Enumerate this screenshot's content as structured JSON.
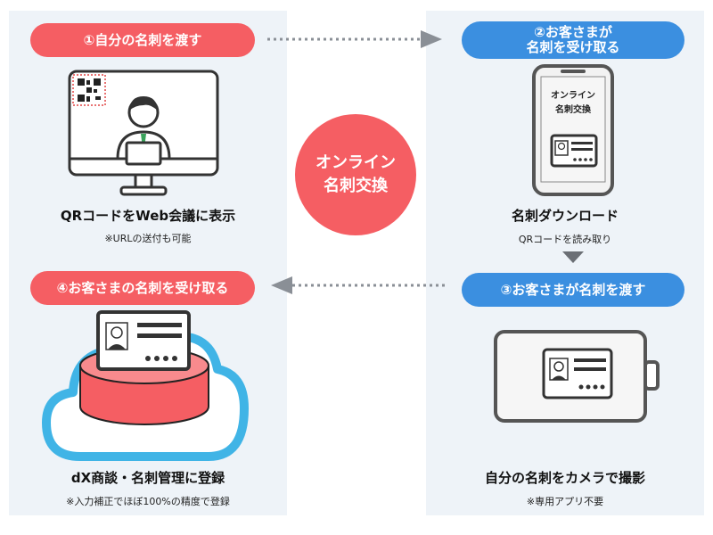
{
  "center_label": [
    "オンライン",
    "名刺交換"
  ],
  "steps": {
    "step1": {
      "label": "①自分の名刺を渡す",
      "caption": "QRコードをWeb会議に表示",
      "sub": "※URLの送付も可能"
    },
    "step2": {
      "label_lines": [
        "②お客さまが",
        "名刺を受け取る"
      ],
      "caption": "名刺ダウンロード",
      "sub": "QRコードを読み取り",
      "phone_text": [
        "オンライン",
        "名刺交換"
      ]
    },
    "step3": {
      "label": "③お客さまが名刺を渡す",
      "caption": "自分の名刺をカメラで撮影",
      "sub": "※専用アプリ不要"
    },
    "step4": {
      "label": "④お客さまの名刺を受け取る",
      "caption": "dX商談・名刺管理に登録",
      "sub": "※入力補正でほぼ100%の精度で登録"
    }
  },
  "colors": {
    "red": "#f55e63",
    "blue": "#3b8fe0",
    "panel": "#eef3f8",
    "arrow": "#8a8f96",
    "cloud": "#40b4e6"
  },
  "icons": [
    "monitor-icon",
    "person-icon",
    "qr-code-icon",
    "smartphone-icon",
    "business-card-icon",
    "cloud-icon",
    "database-icon",
    "arrow-right-icon",
    "arrow-left-icon",
    "arrow-down-icon"
  ]
}
